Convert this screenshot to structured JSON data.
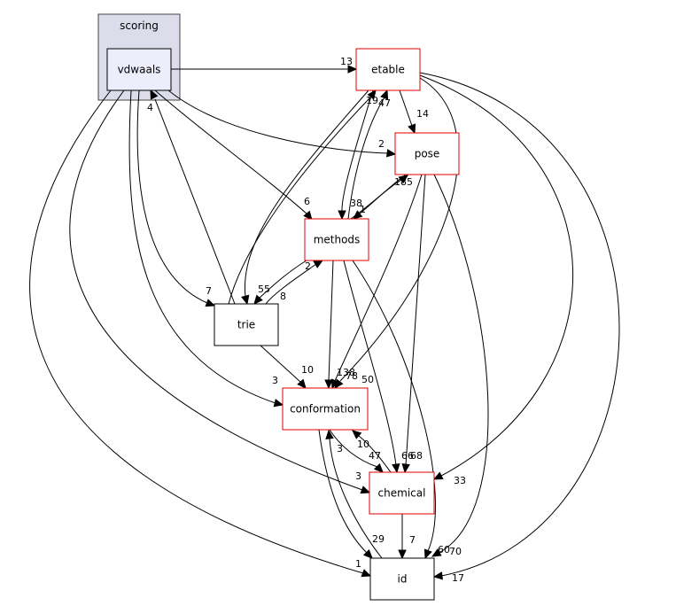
{
  "cluster": {
    "label": "scoring",
    "fill": "#dcdceb",
    "stroke": "#444444"
  },
  "nodes": {
    "vdwaals": {
      "label": "vdwaals",
      "fill": "#ededfc",
      "stroke": "#000000"
    },
    "etable": {
      "label": "etable",
      "fill": "#ffffff",
      "stroke": "#e00000"
    },
    "pose": {
      "label": "pose",
      "fill": "#ffffff",
      "stroke": "#e00000"
    },
    "methods": {
      "label": "methods",
      "fill": "#ffffff",
      "stroke": "#e00000"
    },
    "trie": {
      "label": "trie",
      "fill": "#ffffff",
      "stroke": "#000000"
    },
    "conformation": {
      "label": "conformation",
      "fill": "#ffffff",
      "stroke": "#e00000"
    },
    "chemical": {
      "label": "chemical",
      "fill": "#ffffff",
      "stroke": "#e00000"
    },
    "id": {
      "label": "id",
      "fill": "#ffffff",
      "stroke": "#000000"
    }
  },
  "edges": [
    {
      "from": "vdwaals",
      "to": "etable",
      "label": "13"
    },
    {
      "from": "vdwaals",
      "to": "pose",
      "label": "2"
    },
    {
      "from": "vdwaals",
      "to": "methods",
      "label": "6"
    },
    {
      "from": "vdwaals",
      "to": "trie",
      "label": "7"
    },
    {
      "from": "vdwaals",
      "to": "conformation",
      "label": "3"
    },
    {
      "from": "vdwaals",
      "to": "chemical",
      "label": "3"
    },
    {
      "from": "vdwaals",
      "to": "id",
      "label": "1"
    },
    {
      "from": "trie",
      "to": "vdwaals",
      "label": "4"
    },
    {
      "from": "trie",
      "to": "etable",
      "label": "19"
    },
    {
      "from": "trie",
      "to": "methods",
      "label": "2"
    },
    {
      "from": "trie",
      "to": "conformation",
      "label": "10"
    },
    {
      "from": "etable",
      "to": "pose",
      "label": "14"
    },
    {
      "from": "etable",
      "to": "trie",
      "label": "55"
    },
    {
      "from": "etable",
      "to": "methods",
      "label": "38"
    },
    {
      "from": "etable",
      "to": "conformation",
      "label": "50"
    },
    {
      "from": "etable",
      "to": "chemical",
      "label": "33"
    },
    {
      "from": "etable",
      "to": "id",
      "label": "17"
    },
    {
      "from": "methods",
      "to": "etable",
      "label": "47"
    },
    {
      "from": "methods",
      "to": "trie",
      "label": "8"
    },
    {
      "from": "methods",
      "to": "pose",
      "label": "185"
    },
    {
      "from": "methods",
      "to": "conformation",
      "label": "138"
    },
    {
      "from": "methods",
      "to": "chemical",
      "label": "66"
    },
    {
      "from": "methods",
      "to": "id",
      "label": "60"
    },
    {
      "from": "pose",
      "to": "methods",
      "label": "1"
    },
    {
      "from": "pose",
      "to": "conformation",
      "label": "78"
    },
    {
      "from": "pose",
      "to": "chemical",
      "label": "68"
    },
    {
      "from": "pose",
      "to": "id",
      "label": "70"
    },
    {
      "from": "conformation",
      "to": "chemical",
      "label": "47"
    },
    {
      "from": "conformation",
      "to": "id",
      "label": "29"
    },
    {
      "from": "chemical",
      "to": "conformation",
      "label": "10"
    },
    {
      "from": "chemical",
      "to": "id",
      "label": "7"
    },
    {
      "from": "id",
      "to": "conformation",
      "label": "3"
    }
  ]
}
